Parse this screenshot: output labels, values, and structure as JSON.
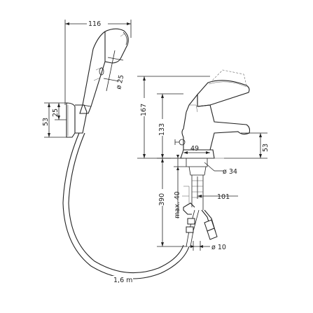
{
  "dimensions": {
    "handshower_width": "116",
    "handshower_diameter": "ø 25",
    "holder_height": "53",
    "holder_offset": "25",
    "spout_height": "167",
    "outlet_height": "133",
    "outlet_projection": "49",
    "base_diameter": "ø 34",
    "deck_height_right": "53",
    "tail_length": "390",
    "max_deck": "max. 40",
    "reach": "101",
    "hose_diameter": "ø 10",
    "hose_length": "1,6 m"
  },
  "icons": {
    "handshower": "handshower-icon",
    "holder": "wall-holder-icon",
    "mixer": "basin-mixer-icon"
  }
}
